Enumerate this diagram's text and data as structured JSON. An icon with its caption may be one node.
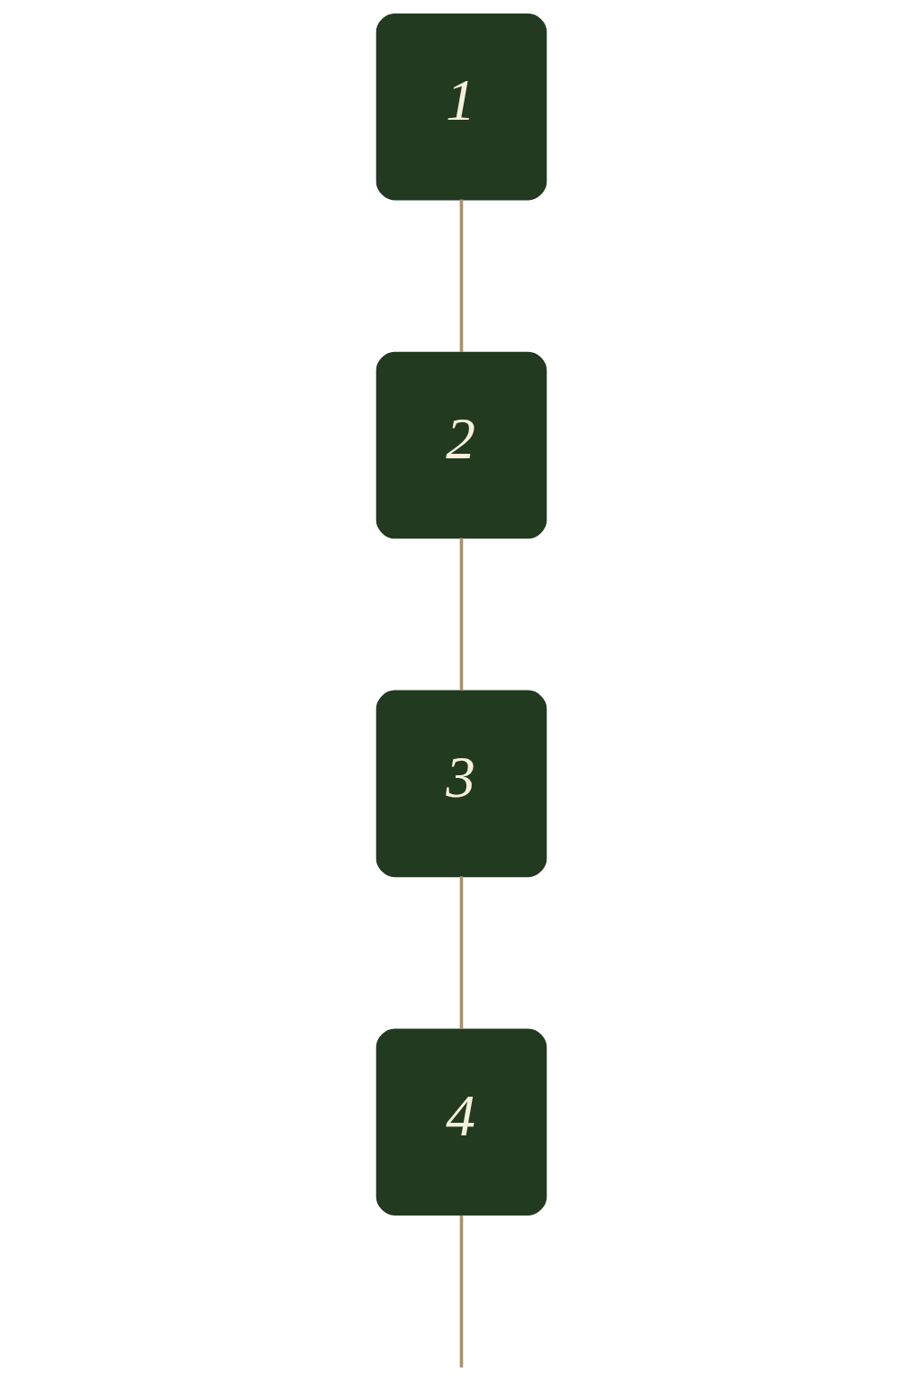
{
  "diagram": {
    "nodes": [
      {
        "text": [
          "1"
        ]
      },
      {
        "text": [
          "2"
        ]
      },
      {
        "text": [
          "3"
        ]
      },
      {
        "text": [
          "4"
        ]
      }
    ],
    "edges": [
      {
        "from": 0,
        "to": 1,
        "arrow": "none"
      },
      {
        "from": 1,
        "to": 2,
        "arrow": "none"
      },
      {
        "from": 2,
        "to": 3,
        "arrow": "none"
      },
      {
        "from": 3,
        "to": null,
        "arrow": "none"
      }
    ]
  }
}
